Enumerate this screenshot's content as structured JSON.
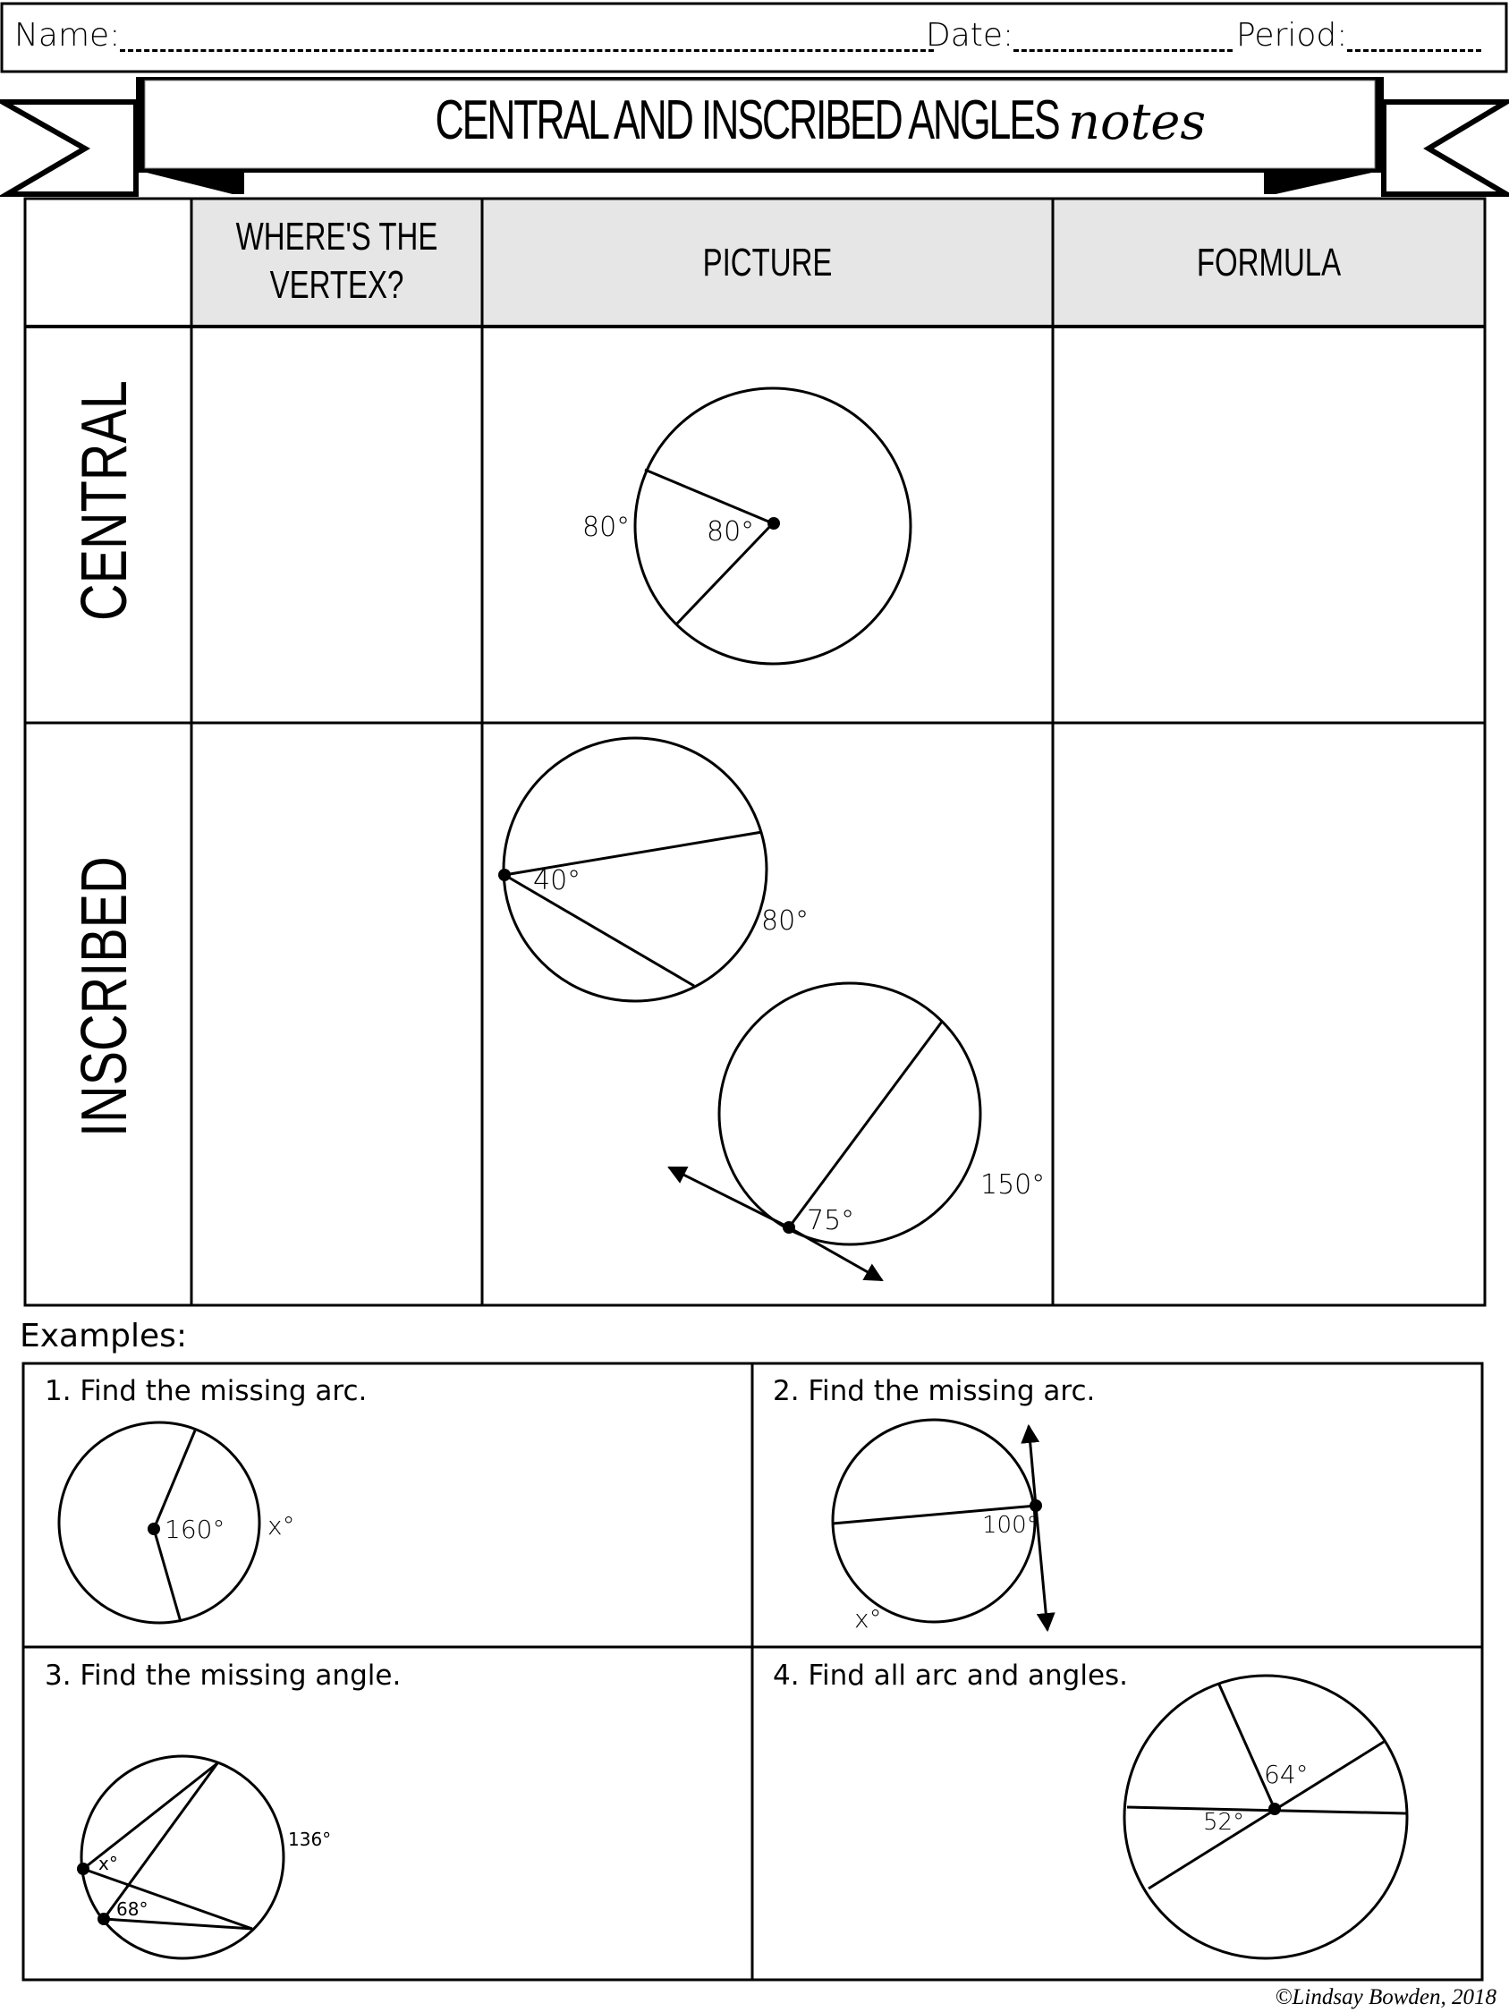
{
  "header": {
    "name_label": "Name:",
    "date_label": "Date:",
    "period_label": "Period:",
    "name_value": "",
    "date_value": "",
    "period_value": ""
  },
  "title": {
    "main": "CENTRAL AND INSCRIBED ANGLES",
    "script": "notes"
  },
  "notes_table": {
    "columns": [
      "",
      "WHERE'S THE VERTEX?",
      "PICTURE",
      "FORMULA"
    ],
    "column_lines": [
      "WHERE'S THE",
      "VERTEX?"
    ],
    "rows": [
      {
        "label": "CENTRAL",
        "vertex": "",
        "formula": "",
        "picture_labels": {
          "arc": "80°",
          "angle": "80°"
        }
      },
      {
        "label": "INSCRIBED",
        "vertex": "",
        "formula": "",
        "picture_labels": {
          "fig1_angle": "40°",
          "fig1_arc": "80°",
          "fig2_angle": "75°",
          "fig2_arc": "150°"
        }
      }
    ]
  },
  "examples": {
    "heading": "Examples:",
    "items": [
      {
        "prompt": "1. Find the missing arc.",
        "labels": {
          "angle": "160°",
          "arc": "x°"
        }
      },
      {
        "prompt": "2. Find the missing arc.",
        "labels": {
          "angle": "100°",
          "arc": "x°"
        }
      },
      {
        "prompt": "3. Find the missing angle.",
        "labels": {
          "angle_x": "x°",
          "angle_68": "68°",
          "arc": "136°"
        }
      },
      {
        "prompt": "4. Find all arc and angles.",
        "labels": {
          "angle_64": "64°",
          "angle_52": "52°"
        }
      }
    ]
  },
  "footer": {
    "copyright": "©Lindsay Bowden, 2018"
  },
  "colors": {
    "ink": "#000000",
    "header_fill": "#e6e6e6",
    "paper": "#ffffff"
  }
}
